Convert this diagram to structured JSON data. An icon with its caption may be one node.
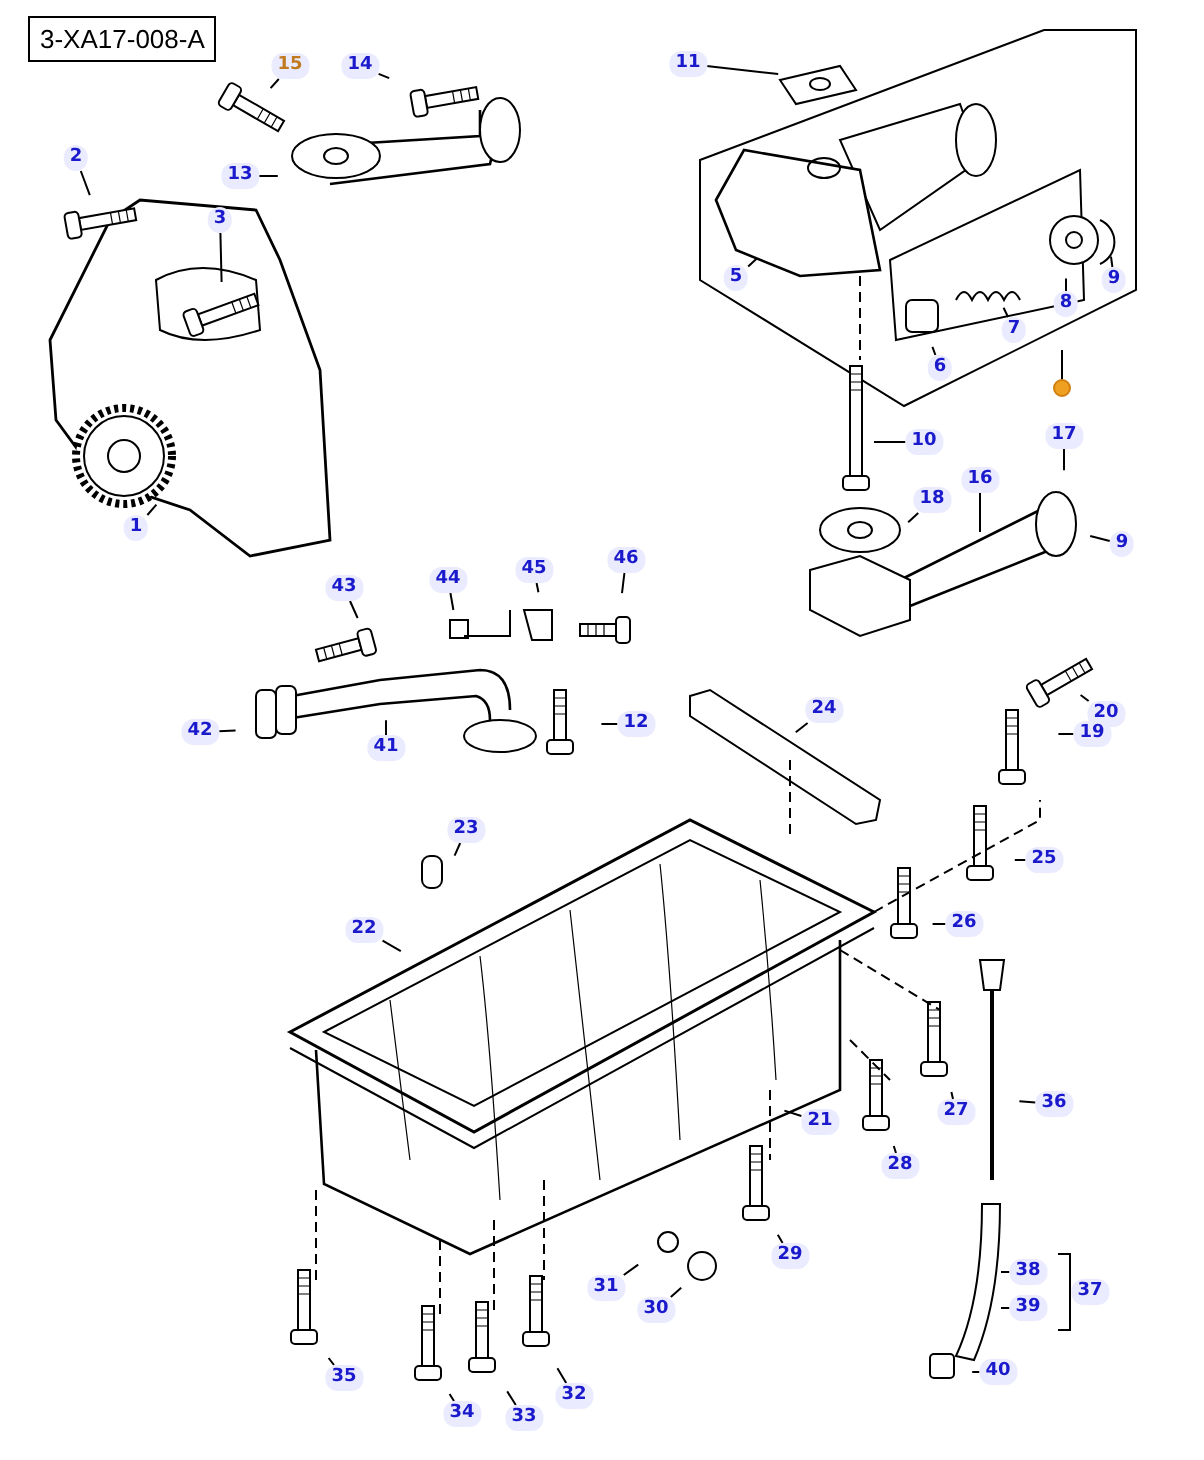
{
  "diagram": {
    "nodes": [
      {
        "text": [
          "15"
        ]
      },
      {
        "text": [
          "14"
        ]
      },
      {
        "text": [
          "11"
        ]
      },
      {
        "text": [
          "2"
        ]
      },
      {
        "text": [
          "13"
        ]
      },
      {
        "text": [
          "3"
        ]
      },
      {
        "text": [
          "5"
        ]
      },
      {
        "text": [
          "9"
        ]
      },
      {
        "text": [
          "8"
        ]
      },
      {
        "text": [
          "7"
        ]
      },
      {
        "text": [
          "6"
        ]
      },
      {
        "text": [
          "10"
        ]
      },
      {
        "text": [
          "17"
        ]
      },
      {
        "text": [
          "16"
        ]
      },
      {
        "text": [
          "18"
        ]
      },
      {
        "text": [
          "9"
        ]
      },
      {
        "text": [
          "1"
        ]
      },
      {
        "text": [
          "46"
        ]
      },
      {
        "text": [
          "45"
        ]
      },
      {
        "text": [
          "44"
        ]
      },
      {
        "text": [
          "43"
        ]
      },
      {
        "text": [
          "20"
        ]
      },
      {
        "text": [
          "42"
        ]
      },
      {
        "text": [
          "41"
        ]
      },
      {
        "text": [
          "12"
        ]
      },
      {
        "text": [
          "24"
        ]
      },
      {
        "text": [
          "19"
        ]
      },
      {
        "text": [
          "23"
        ]
      },
      {
        "text": [
          "25"
        ]
      },
      {
        "text": [
          "22"
        ]
      },
      {
        "text": [
          "26"
        ]
      },
      {
        "text": [
          "36"
        ]
      },
      {
        "text": [
          "21"
        ]
      },
      {
        "text": [
          "27"
        ]
      },
      {
        "text": [
          "28"
        ]
      },
      {
        "text": [
          "29"
        ]
      },
      {
        "text": [
          "38"
        ]
      },
      {
        "text": [
          "31"
        ]
      },
      {
        "text": [
          "30"
        ]
      },
      {
        "text": [
          "39"
        ]
      },
      {
        "text": [
          "40"
        ]
      },
      {
        "text": [
          "35"
        ]
      },
      {
        "text": [
          "32"
        ]
      },
      {
        "text": [
          "33"
        ]
      },
      {
        "text": [
          "34"
        ]
      },
      {
        "text": [
          "37"
        ]
      }
    ],
    "edges": [
      {
        "from": 0,
        "to": null,
        "arrow": "none"
      },
      {
        "from": 1,
        "to": null,
        "arrow": "none"
      },
      {
        "from": 2,
        "to": null,
        "arrow": "none"
      },
      {
        "from": 3,
        "to": null,
        "arrow": "none"
      },
      {
        "from": 4,
        "to": null,
        "arrow": "none"
      },
      {
        "from": 5,
        "to": null,
        "arrow": "none"
      },
      {
        "from": 6,
        "to": null,
        "arrow": "none"
      },
      {
        "from": 7,
        "to": null,
        "arrow": "none"
      },
      {
        "from": 8,
        "to": null,
        "arrow": "none"
      },
      {
        "from": 9,
        "to": null,
        "arrow": "none"
      },
      {
        "from": 10,
        "to": null,
        "arrow": "none"
      },
      {
        "from": 11,
        "to": null,
        "arrow": "none"
      },
      {
        "from": 12,
        "to": null,
        "arrow": "none"
      },
      {
        "from": 13,
        "to": null,
        "arrow": "none"
      },
      {
        "from": 14,
        "to": null,
        "arrow": "none"
      },
      {
        "from": 15,
        "to": null,
        "arrow": "none"
      },
      {
        "from": 16,
        "to": null,
        "arrow": "none"
      },
      {
        "from": 17,
        "to": null,
        "arrow": "none"
      },
      {
        "from": 18,
        "to": null,
        "arrow": "none"
      },
      {
        "from": 19,
        "to": null,
        "arrow": "none"
      },
      {
        "from": 20,
        "to": null,
        "arrow": "none"
      },
      {
        "from": 21,
        "to": null,
        "arrow": "none"
      },
      {
        "from": 22,
        "to": null,
        "arrow": "none"
      },
      {
        "from": 23,
        "to": null,
        "arrow": "none"
      },
      {
        "from": 24,
        "to": null,
        "arrow": "none"
      },
      {
        "from": 25,
        "to": null,
        "arrow": "none"
      },
      {
        "from": 26,
        "to": null,
        "arrow": "none"
      },
      {
        "from": 27,
        "to": null,
        "arrow": "none"
      },
      {
        "from": 28,
        "to": null,
        "arrow": "none"
      },
      {
        "from": 29,
        "to": null,
        "arrow": "none"
      },
      {
        "from": 30,
        "to": null,
        "arrow": "none"
      },
      {
        "from": 31,
        "to": null,
        "arrow": "none"
      },
      {
        "from": 32,
        "to": null,
        "arrow": "none"
      },
      {
        "from": 33,
        "to": null,
        "arrow": "none"
      },
      {
        "from": 34,
        "to": null,
        "arrow": "none"
      },
      {
        "from": 35,
        "to": null,
        "arrow": "none"
      },
      {
        "from": 36,
        "to": null,
        "arrow": "none"
      },
      {
        "from": 37,
        "to": null,
        "arrow": "none"
      },
      {
        "from": 38,
        "to": null,
        "arrow": "none"
      },
      {
        "from": 39,
        "to": null,
        "arrow": "none"
      },
      {
        "from": 40,
        "to": null,
        "arrow": "none"
      },
      {
        "from": 41,
        "to": null,
        "arrow": "none"
      },
      {
        "from": 42,
        "to": null,
        "arrow": "none"
      },
      {
        "from": 43,
        "to": null,
        "arrow": "none"
      },
      {
        "from": 44,
        "to": null,
        "arrow": "none"
      }
    ],
    "labels": [
      "3-XA17-008-A"
    ]
  }
}
